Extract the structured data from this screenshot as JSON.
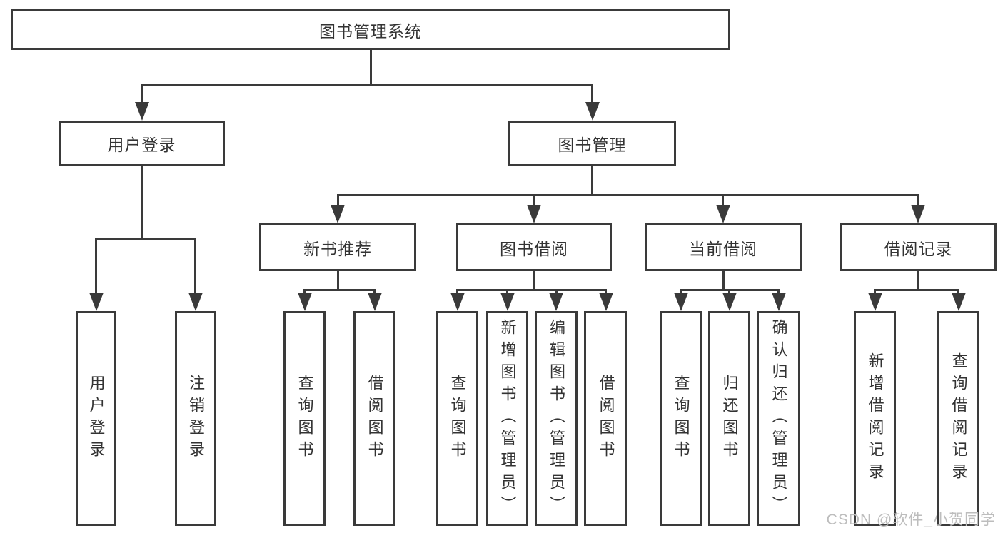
{
  "diagram_title": "图书管理系统",
  "watermark": "CSDN @软件_小贺同学",
  "colors": {
    "line": "#3a3a3a",
    "text": "#333333",
    "watermark": "#bdbdbd",
    "background": "#ffffff"
  },
  "tree": {
    "root": {
      "label": "图书管理系统",
      "children": [
        {
          "label": "用户登录",
          "children": [
            {
              "label": "用户登录"
            },
            {
              "label": "注销登录"
            }
          ]
        },
        {
          "label": "图书管理",
          "children": [
            {
              "label": "新书推荐",
              "children": [
                {
                  "label": "查询图书"
                },
                {
                  "label": "借阅图书"
                }
              ]
            },
            {
              "label": "图书借阅",
              "children": [
                {
                  "label": "查询图书"
                },
                {
                  "label": "新增图书（管理员）"
                },
                {
                  "label": "编辑图书（管理员）"
                },
                {
                  "label": "借阅图书"
                }
              ]
            },
            {
              "label": "当前借阅",
              "children": [
                {
                  "label": "查询图书"
                },
                {
                  "label": "归还图书"
                },
                {
                  "label": "确认归还（管理员）"
                }
              ]
            },
            {
              "label": "借阅记录",
              "children": [
                {
                  "label": "新增借阅记录"
                },
                {
                  "label": "查询借阅记录"
                }
              ]
            }
          ]
        }
      ]
    }
  }
}
